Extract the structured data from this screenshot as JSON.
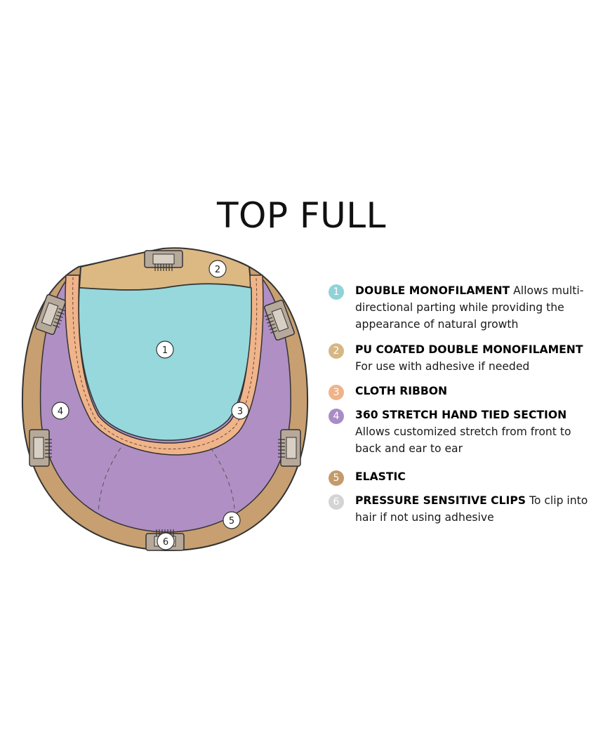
{
  "title": "TOP FULL",
  "colors": {
    "double_monofilament": "#96d8dc",
    "pu_coated": "#dcb883",
    "cloth_ribbon": "#f0b48a",
    "stretch_section": "#b08fc4",
    "elastic": "#c79f70",
    "clips": "#d9d9d9"
  },
  "diagram_labels": [
    "1",
    "2",
    "3",
    "4",
    "5",
    "6"
  ],
  "legend": [
    {
      "number": "1",
      "color": "#8fd3d8",
      "title": "DOUBLE MONOFILAMENT",
      "desc": " Allows multi-directional parting while providing the appearance of natural growth"
    },
    {
      "number": "2",
      "color": "#d6b784",
      "title": "PU COATED DOUBLE MONOFILAMENT",
      "desc": " For use with adhesive if needed"
    },
    {
      "number": "3",
      "color": "#efb38a",
      "title": "CLOTH RIBBON",
      "desc": ""
    },
    {
      "number": "4",
      "color": "#a98cc6",
      "title": "360 STRETCH HAND TIED SECTION",
      "desc": " Allows customized stretch from front to back and ear to ear"
    },
    {
      "number": "5",
      "color": "#c59a6b",
      "title": "ELASTIC",
      "desc": ""
    },
    {
      "number": "6",
      "color": "#d4d4d4",
      "title": "PRESSURE SENSITIVE CLIPS",
      "desc": " To clip into hair if not using adhesive"
    }
  ]
}
